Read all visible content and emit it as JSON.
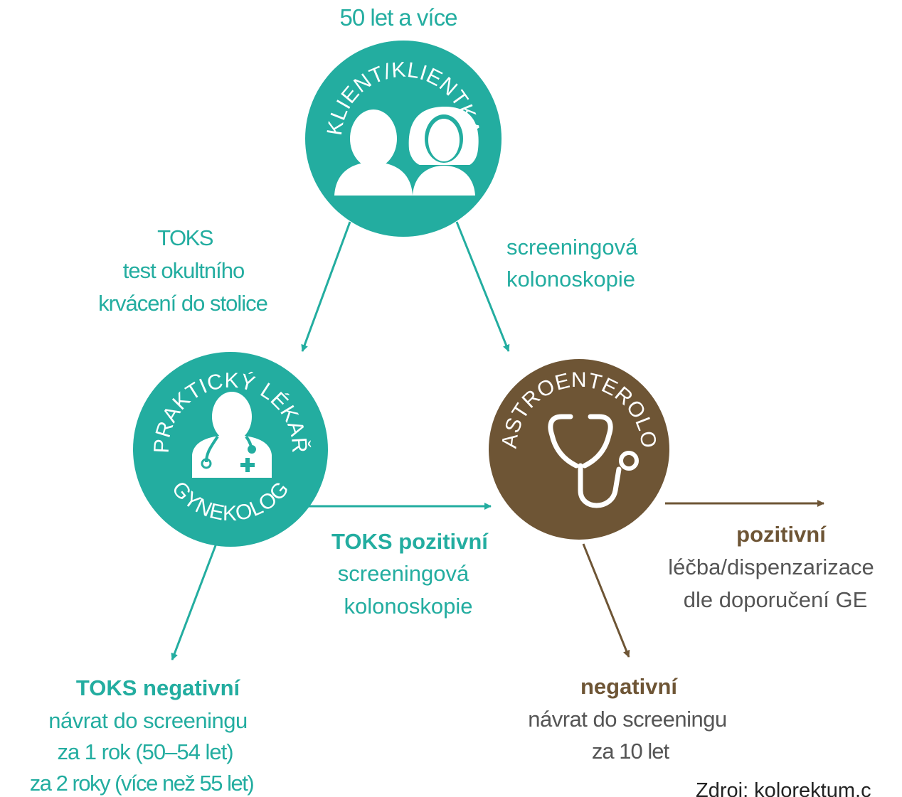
{
  "colors": {
    "teal": "#23ada0",
    "brown": "#6e5535",
    "body_text": "#555555"
  },
  "client": {
    "age": "50 let a více",
    "ring_label": "KLIENT/KLIENTKA",
    "icon": "people-icon"
  },
  "practitioner": {
    "ring_top": "PRAKTICKÝ LÉKAŘ",
    "ring_bottom": "GYNEKOLOG",
    "icon": "doctor-icon"
  },
  "gastro": {
    "ring_label": "GASTROENTEROLOG",
    "icon": "stethoscope-icon"
  },
  "left_route": {
    "line1": "TOKS",
    "line2": "test okultního",
    "line3": "krvácení do stolice"
  },
  "right_route": {
    "line1": "screeningová",
    "line2": "kolonoskopie"
  },
  "toks_positive": {
    "title": "TOKS pozitivní",
    "line1": "screeningová",
    "line2": "kolonoskopie"
  },
  "toks_negative": {
    "title": "TOKS negativní",
    "line1": "návrat do screeningu",
    "line2": "za 1 rok (50–54 let)",
    "line3": "za 2 roky (více než 55 let)"
  },
  "positive": {
    "title": "pozitivní",
    "line1": "léčba/dispenzarizace",
    "line2": "dle doporučení GE"
  },
  "negative": {
    "title": "negativní",
    "line1": "návrat do screeningu",
    "line2": "za 10 let"
  },
  "source": "Zdroj: kolorektum.c"
}
